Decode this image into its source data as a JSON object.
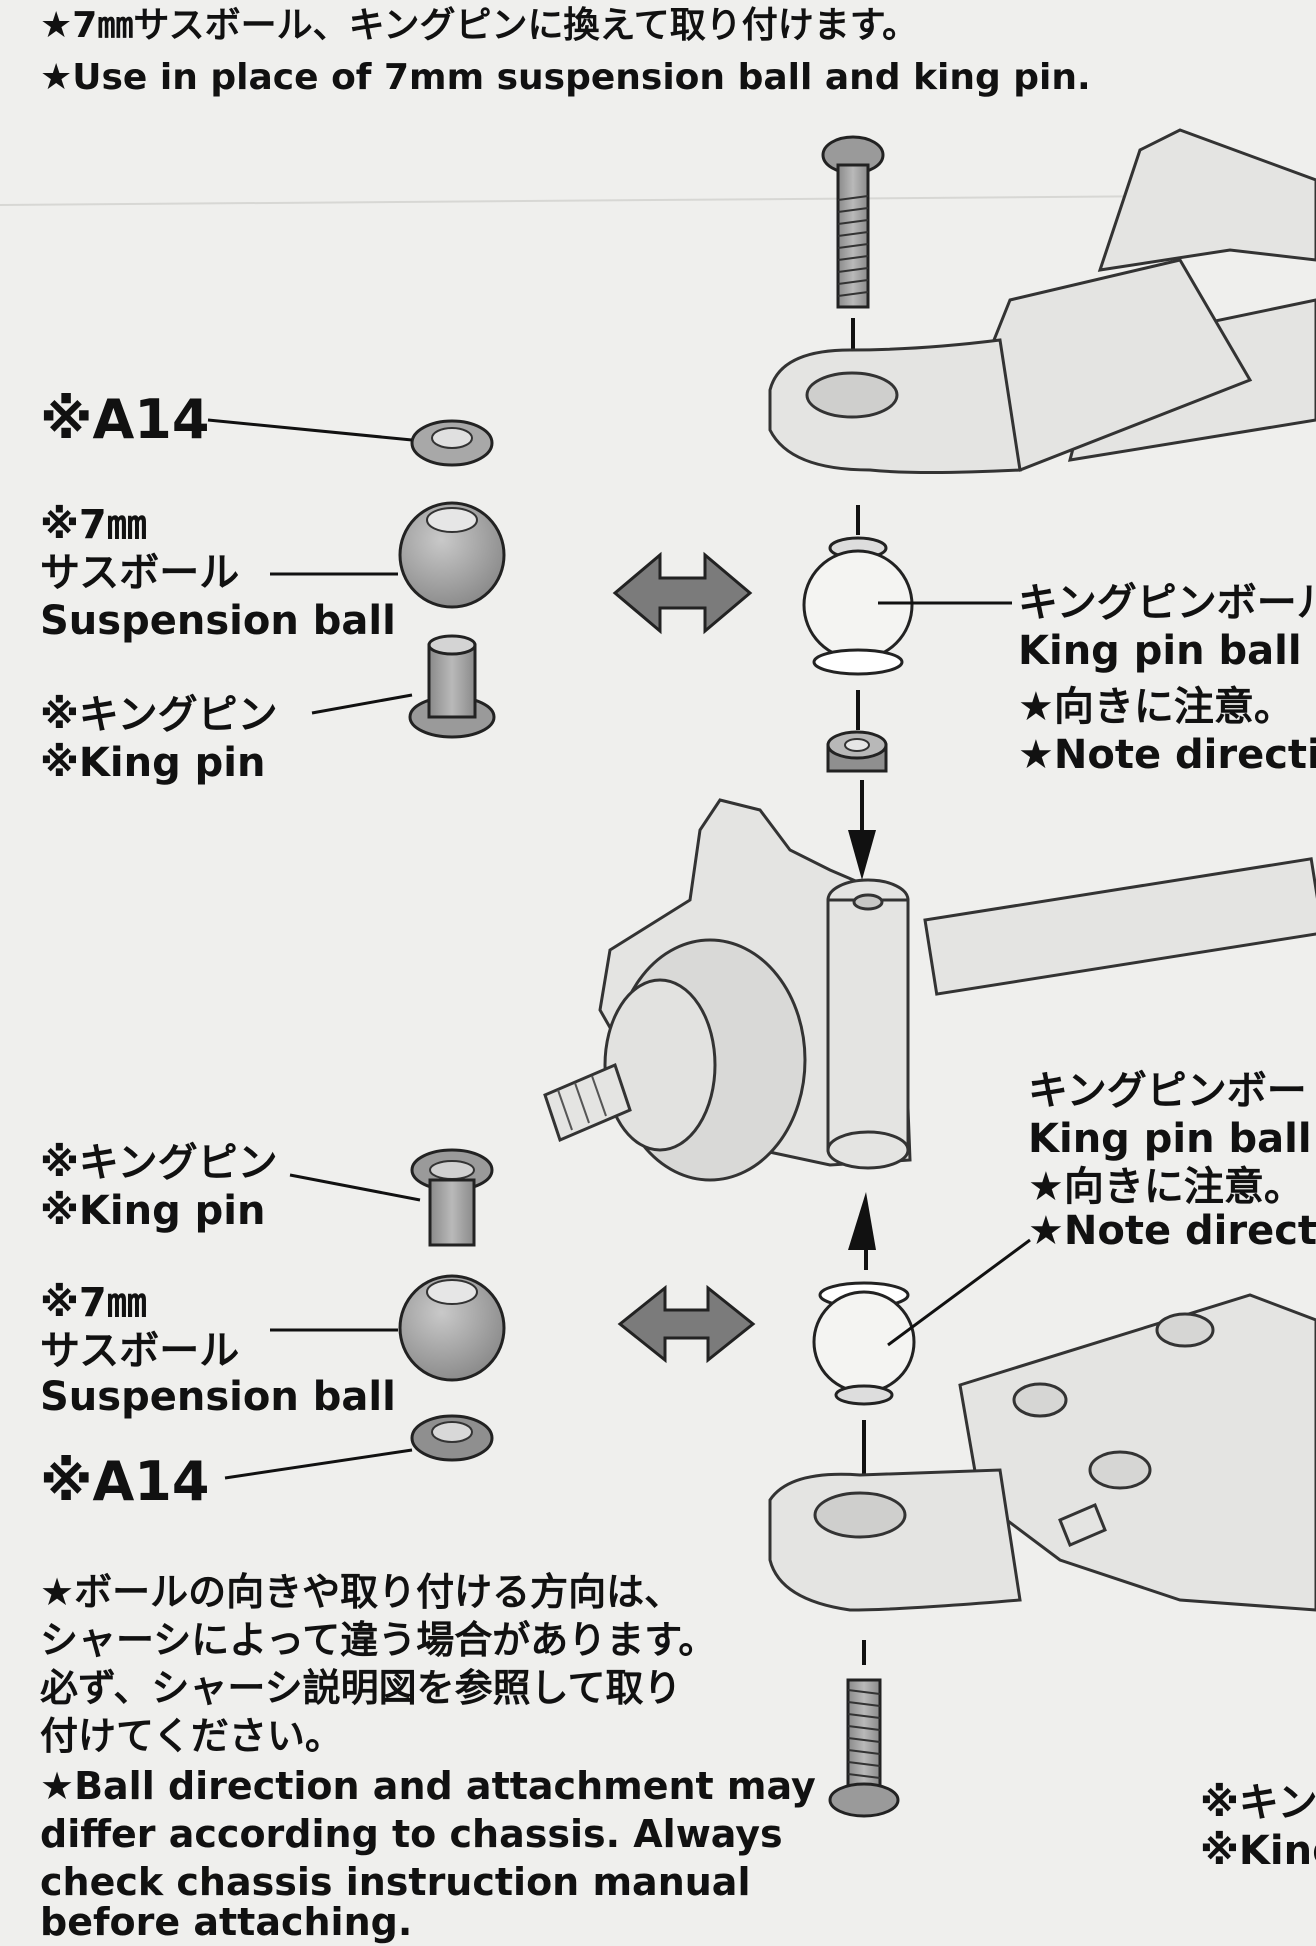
{
  "header": {
    "line_jp": "★7㎜サスボール、キングピンに換えて取り付けます。",
    "line_en": "★Use in place of 7mm suspension ball and king pin."
  },
  "top_set": {
    "a14": "※A14",
    "ball_size": "※7㎜",
    "ball_jp": "サスボール",
    "ball_en": "Suspension ball",
    "pin_jp": "※キングピン",
    "pin_en": "※King pin"
  },
  "right_top": {
    "jp": "キングピンボール",
    "en": "King pin ball",
    "note_jp": "★向きに注意。",
    "note_en": "★Note direction"
  },
  "right_mid": {
    "jp": "キングピンボー",
    "en": "King pin ball",
    "note_jp": "★向きに注意。",
    "note_en": "★Note directio"
  },
  "bottom_set": {
    "pin_jp": "※キングピン",
    "pin_en": "※King pin",
    "ball_size": "※7㎜",
    "ball_jp": "サスボール",
    "ball_en": "Suspension ball",
    "a14": "※A14"
  },
  "footnote": {
    "jp1": "★ボールの向きや取り付ける方向は、",
    "jp2": "シャーシによって違う場合があります。",
    "jp3": "必ず、シャーシ説明図を参照して取り",
    "jp4": "付けてください。",
    "en1": "★Ball direction and attachment may",
    "en2": "differ according to chassis. Always",
    "en3": "check chassis instruction manual",
    "en4": "before attaching."
  },
  "corner_label": {
    "jp": "※キン",
    "en": "※King"
  }
}
